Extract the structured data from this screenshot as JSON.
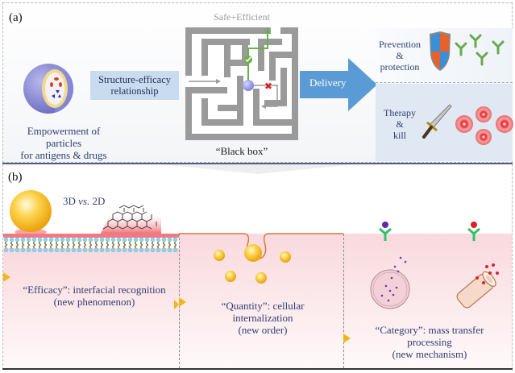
{
  "panel_a": {
    "label": "(a)",
    "particle_caption_line1": "Empowerment of particles",
    "particle_caption_line2": "for antigens & drugs",
    "structure_box_line1": "Structure-efficacy",
    "structure_box_line2": "relationship",
    "maze_title": "Safe+Efficient",
    "maze_caption": "“Black box”",
    "delivery_label": "Delivery",
    "outcomes": [
      {
        "line1": "Prevention",
        "line2": "&",
        "line3": "protection",
        "icon": "shield-icon"
      },
      {
        "line1": "Therapy",
        "line2": "&",
        "line3": "kill",
        "icon": "sword-icon"
      }
    ]
  },
  "panel_b": {
    "label": "(b)",
    "dimension_label": "3D",
    "dimension_vs": "vs.",
    "dimension_label2": "2D",
    "sections": [
      {
        "line1": "“Efficacy”: interfacial recognition",
        "line2": "(new phenomenon)"
      },
      {
        "line1": "“Quantity”: cellular",
        "line2": "internalization",
        "line3": "(new order)"
      },
      {
        "line1": "“Category”: mass transfer",
        "line2": "processing",
        "line3": "(new mechanism)"
      }
    ]
  },
  "colors": {
    "navy_text": "#2f3f73",
    "delivery_arrow": "#5b9bd5",
    "maze_wall": "#9a9a9a",
    "cell_pink": "#f9d9dd",
    "gold": "#f2b51a"
  }
}
